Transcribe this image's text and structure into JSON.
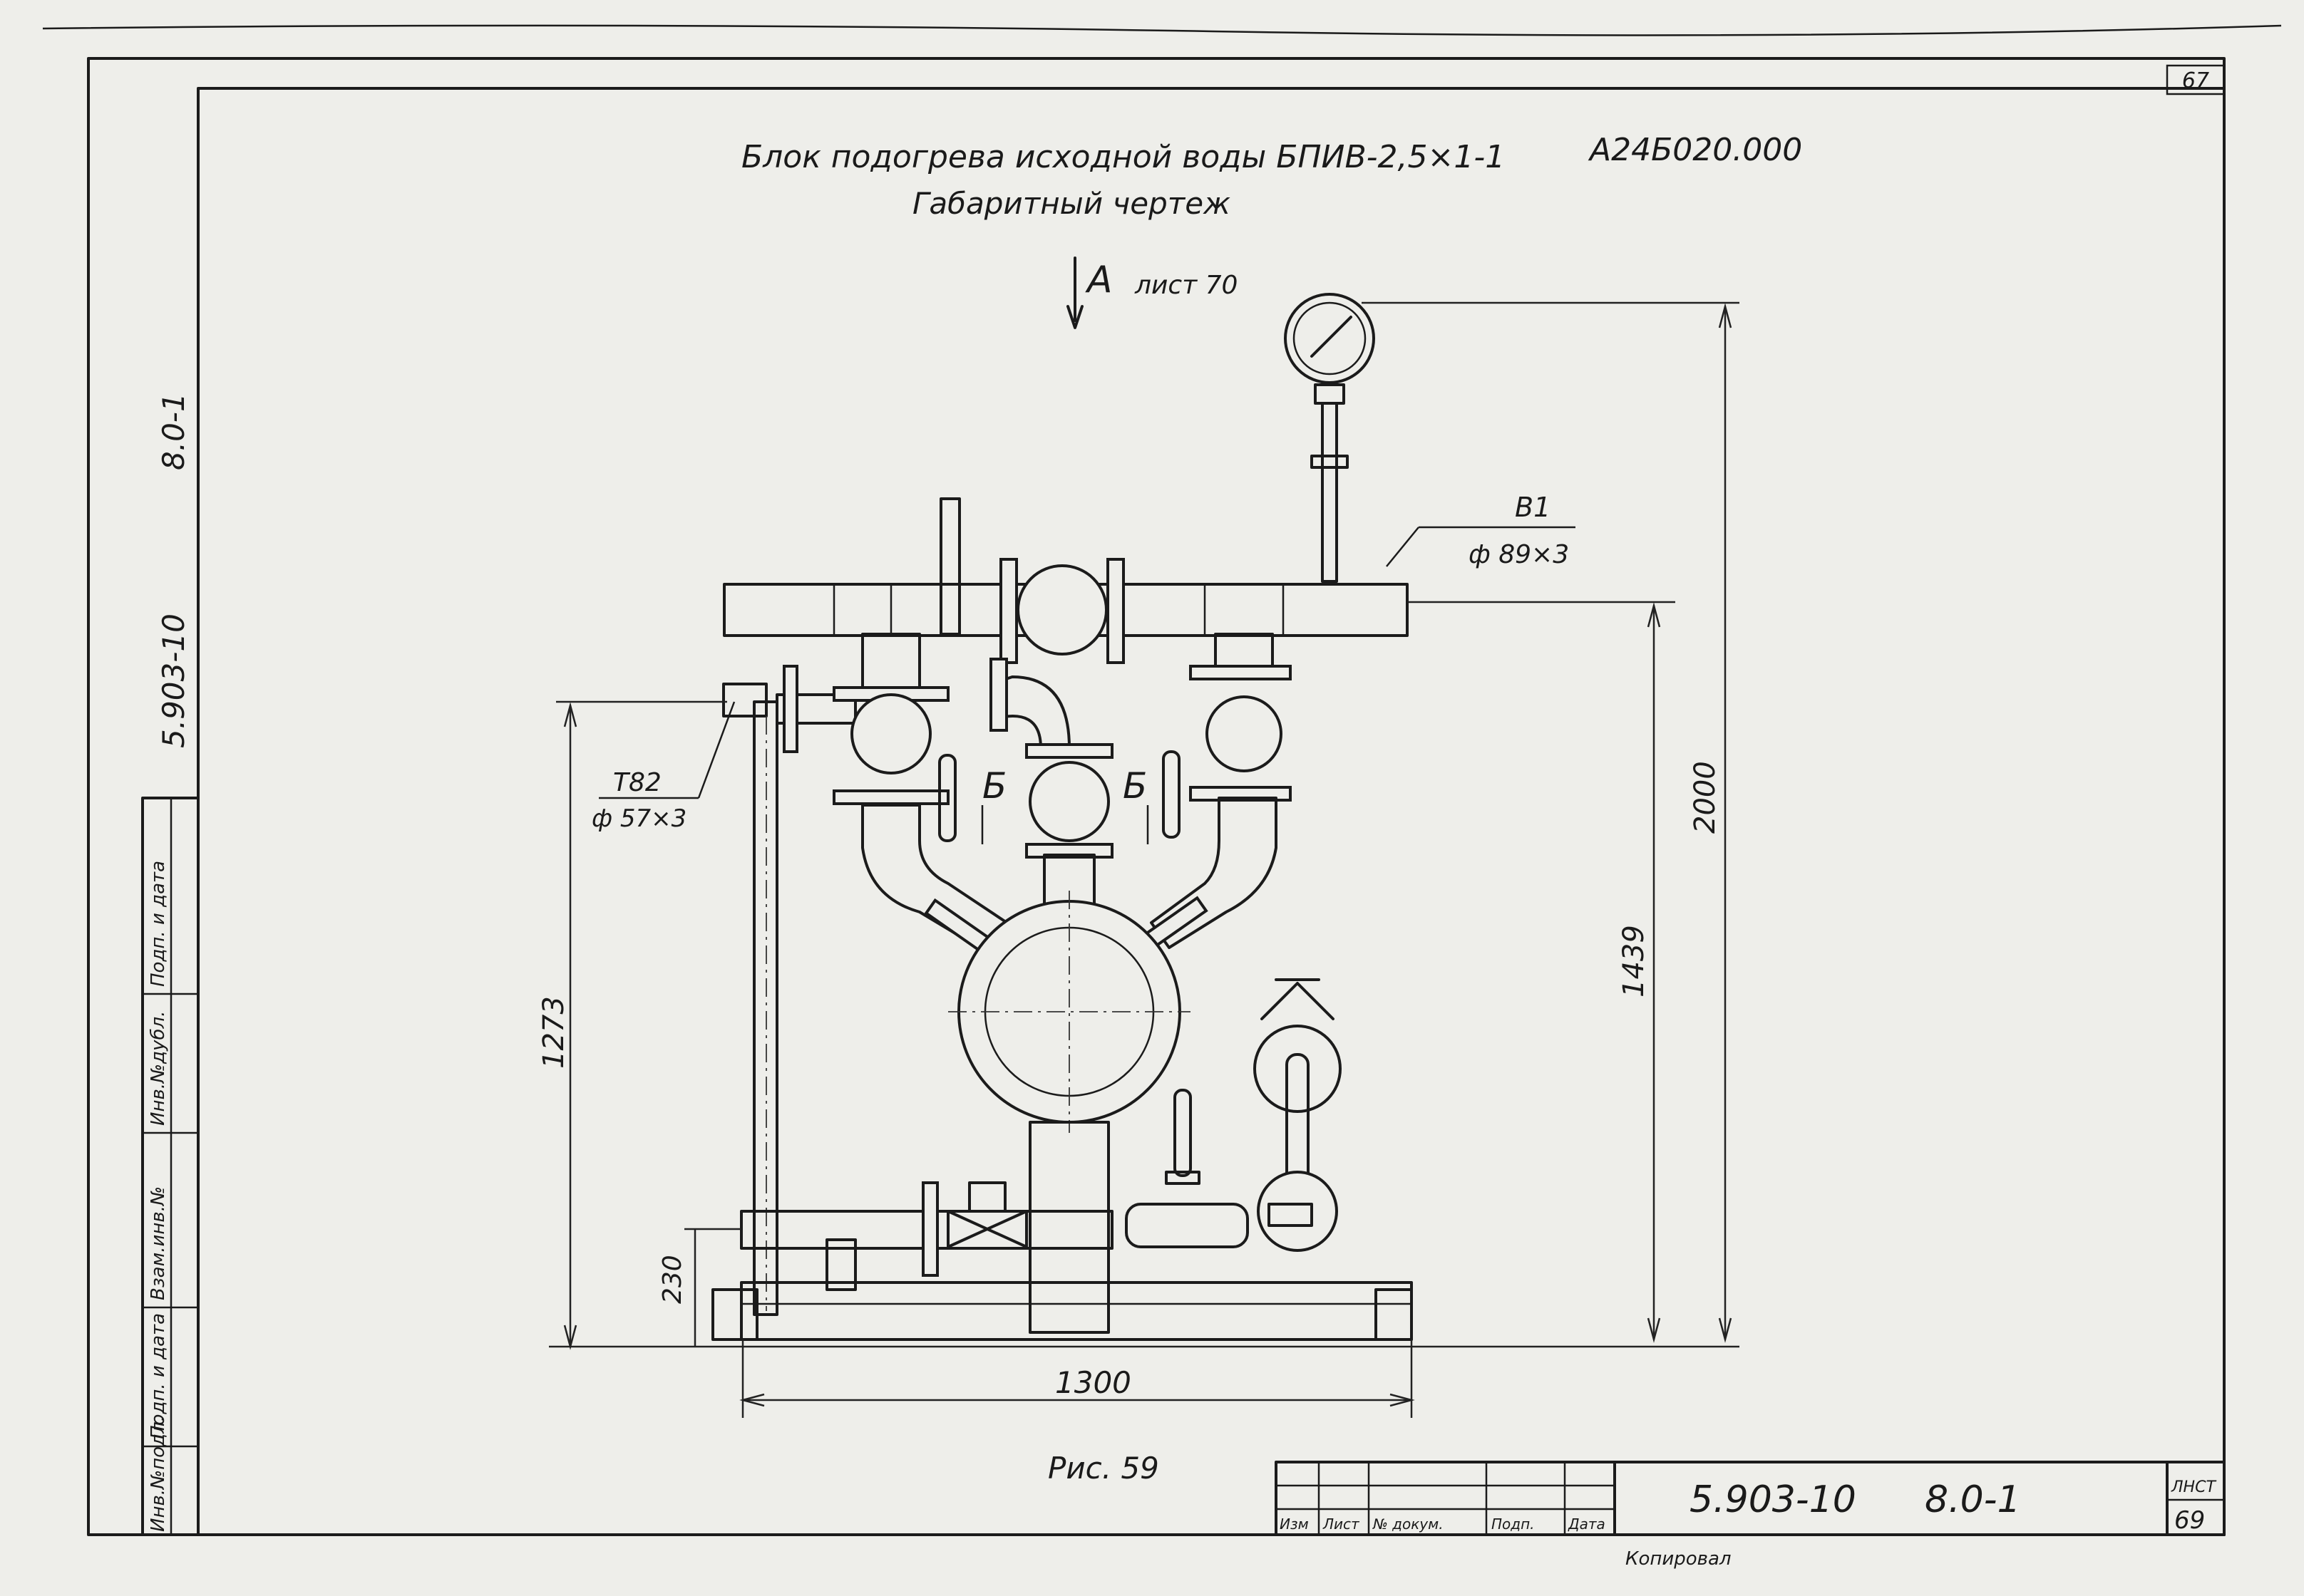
{
  "title": {
    "line1": "Блок подогрева исходной воды БПИВ-2,5×1-1",
    "code": "А24Б020.000",
    "line2": "Габаритный чертеж"
  },
  "sheet_numbers": {
    "top_right": "67",
    "bottom_right": "69",
    "bottom_right_label": "ЛНСТ"
  },
  "view_marker": {
    "letter": "А",
    "sheet_ref": "лист 70"
  },
  "labels": {
    "inlet": "В1",
    "inlet_size": "ф 89×3",
    "outlet": "Т82",
    "outlet_size": "ф 57×3",
    "section_left": "Б",
    "section_right": "Б"
  },
  "dimensions": {
    "total_height": "2000",
    "inlet_height": "1439",
    "outlet_height": "1273",
    "base_height": "230",
    "width": "1300"
  },
  "figure_caption": "Рис. 59",
  "stamp": {
    "doc_number": "5.903-10",
    "sheet_code": "8.0-1",
    "columns": [
      "Изм",
      "Лист",
      "№ докум.",
      "Подп.",
      "Дата"
    ]
  },
  "left_margin": {
    "doc_code": "5.903-10",
    "sheet_code": "8.0-1",
    "columns": [
      "Инв.№подл.",
      "Подп. и дата",
      "Взам.инв.№",
      "Инв.№дубл.",
      "Подп. и дата"
    ]
  },
  "footer_note": "Копировал"
}
